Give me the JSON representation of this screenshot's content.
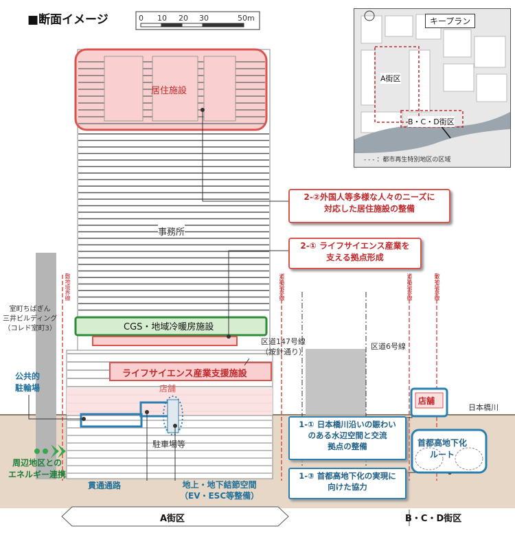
{
  "title": "■断面イメージ",
  "scale": {
    "ticks": [
      "0",
      "10",
      "20",
      "30",
      "50m"
    ]
  },
  "keyplan": {
    "title": "キープラン",
    "district_a": "A街区",
    "district_bcd": "B・C・D街区",
    "legend": "- - - ：都市再生特別地区の区域"
  },
  "building": {
    "residence": "居住施設",
    "office": "事務所",
    "cgs": "CGS・地域冷暖房施設",
    "life_science_support": "ライフサイエンス産業支援施設",
    "shop": "店舗",
    "parking": "駐車場等"
  },
  "labels": {
    "neighbor_building": "室町ちばぎん\n三井ビルディング\n（コレド室町3）",
    "route147": "区道147号線\n（按針通り）",
    "route6": "区道6号線",
    "nihonbashi_river": "日本橋川",
    "bicycle_parking": "公共的\n駐輪場",
    "energy": "周辺地区との\nエネルギー連携",
    "passage": "貫通通路",
    "node_space": "地上・地下結節空間\n（EV・ESC等整備）",
    "shop_bcd": "店舗",
    "expressway": "首都高地下化\nルート"
  },
  "boundary_labels": [
    "敷地境界線",
    "道路境界線",
    "道路境界線",
    "敷地境界線"
  ],
  "callouts": {
    "c22": "2-②外国人等多様な人々のニーズに\n対応した居住施設の整備",
    "c21": "2-① ライフサイエンス産業を\n支える拠点形成",
    "c11": "1-① 日本橋川沿いの賑わい\nのある水辺空間と交流\n拠点の整備",
    "c13": "1-③ 首都高地下化の実現に\n向けた協力"
  },
  "districts": {
    "a": "A街区",
    "bcd": "B・C・D街区"
  },
  "colors": {
    "red": "#d9534f",
    "blue": "#2a7fb0",
    "green": "#2e8b3a",
    "pink": "#f7c8c8"
  }
}
